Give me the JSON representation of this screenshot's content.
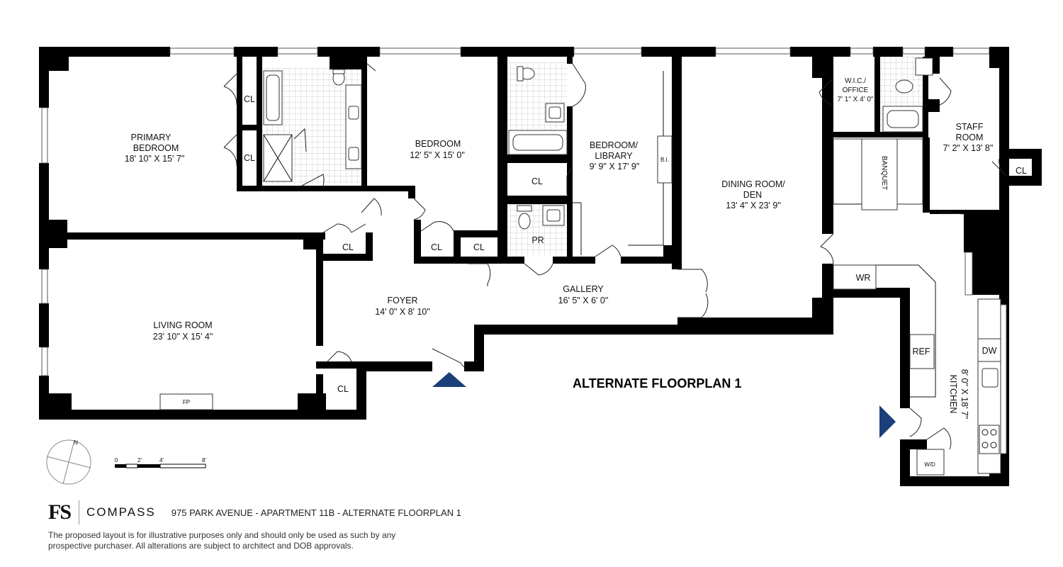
{
  "rooms": {
    "primary_bedroom": {
      "name1": "PRIMARY",
      "name2": "BEDROOM",
      "dims": "18' 10\" X 15' 7\""
    },
    "bedroom": {
      "name": "BEDROOM",
      "dims": "12' 5\" X 15' 0\""
    },
    "bedroom_library": {
      "name1": "BEDROOM/",
      "name2": "LIBRARY",
      "dims": "9' 9\" X 17' 9\""
    },
    "dining_room": {
      "name1": "DINING ROOM/",
      "name2": "DEN",
      "dims": "13' 4\" X 23' 9\""
    },
    "wic_office": {
      "name1": "W.I.C./",
      "name2": "OFFICE",
      "dims": "7' 1\" X 4' 0\""
    },
    "staff_room": {
      "name1": "STAFF",
      "name2": "ROOM",
      "dims": "7' 2\" X 13' 8\""
    },
    "living_room": {
      "name": "LIVING ROOM",
      "dims": "23' 10\" X 15' 4\""
    },
    "foyer": {
      "name": "FOYER",
      "dims": "14' 0\" X 8' 10\""
    },
    "gallery": {
      "name": "GALLERY",
      "dims": "16' 5\" X 6' 0\""
    },
    "kitchen": {
      "name": "KITCHEN",
      "dims": "8' 0\" X 18' 7\""
    }
  },
  "labels": {
    "closet": "CL",
    "powder_room": "PR",
    "built_in": "B.I.",
    "banquet": "BANQUET",
    "wr": "WR",
    "ref": "REF",
    "dw": "DW",
    "wd": "W/D",
    "fp": "FP"
  },
  "plan_title": "ALTERNATE FLOORPLAN 1",
  "compass": {
    "north": "N"
  },
  "scale": {
    "t0": "0",
    "t2": "2'",
    "t4": "4'",
    "t8": "8'"
  },
  "footer": {
    "logo_fs": "FS",
    "logo_compass": "COMPASS",
    "address": "975 PARK AVENUE - APARTMENT 11B - ALTERNATE FLOORPLAN 1",
    "disclaimer": "The proposed layout is for illustrative purposes only and should only be used as such by any prospective purchaser. All alterations are subject to architect and DOB approvals."
  },
  "colors": {
    "entry_marker": "#1a3f7a",
    "wall": "#000000"
  }
}
